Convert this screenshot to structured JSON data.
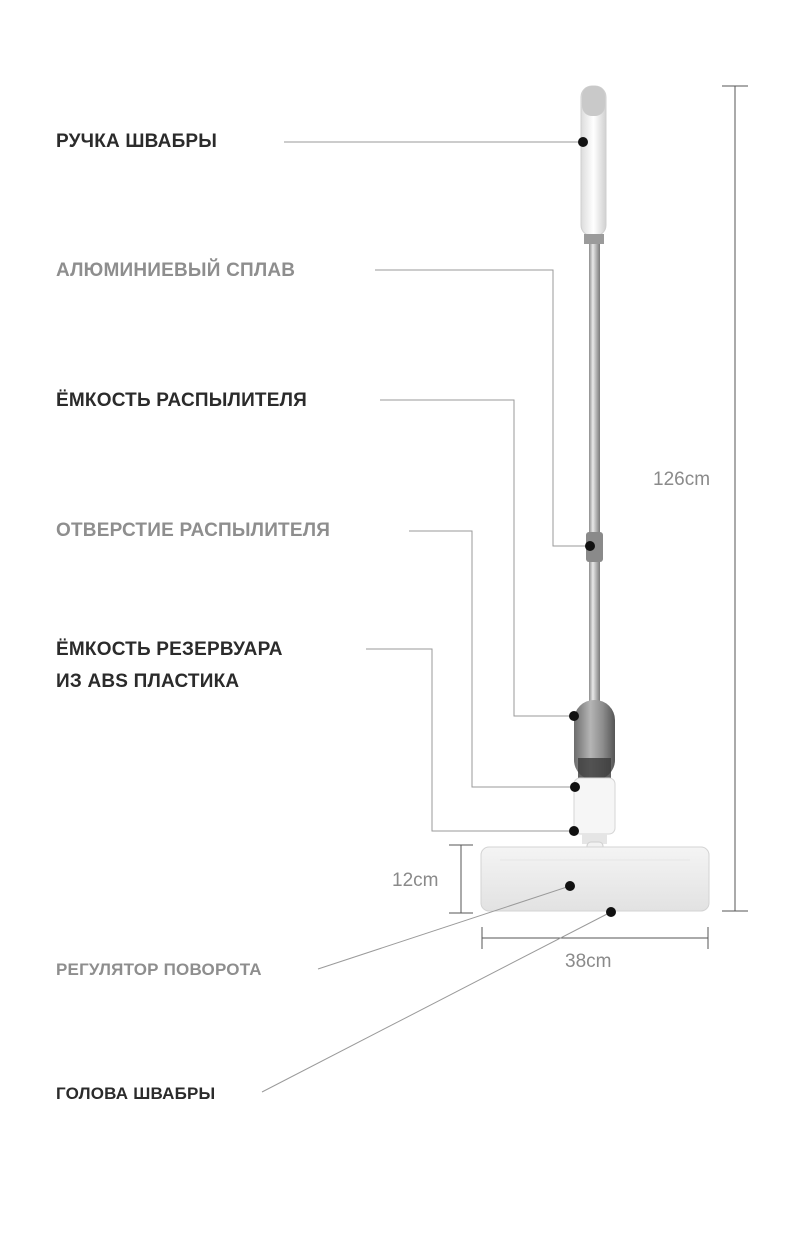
{
  "labels": {
    "handle": "РУЧКА ШВАБРЫ",
    "alloy": "АЛЮМИНИЕВЫЙ СПЛАВ",
    "spray_container": "ЁМКОСТЬ РАСПЫЛИТЕЛЯ",
    "spray_hole": "ОТВЕРСТИЕ РАСПЫЛИТЕЛЯ",
    "tank_line1": "ЁМКОСТЬ РЕЗЕРВУАРА",
    "tank_line2": "ИЗ ABS ПЛАСТИКА",
    "rotation": "РЕГУЛЯТОР ПОВОРОТА",
    "head": "ГОЛОВА ШВАБРЫ"
  },
  "dimensions": {
    "height": "126cm",
    "head_height": "12cm",
    "head_width": "38cm"
  },
  "colors": {
    "dark_label": "#2b2b2b",
    "grey_label": "#8e8e8e",
    "leader_line": "#9a9a9a",
    "marker": "#111111"
  }
}
